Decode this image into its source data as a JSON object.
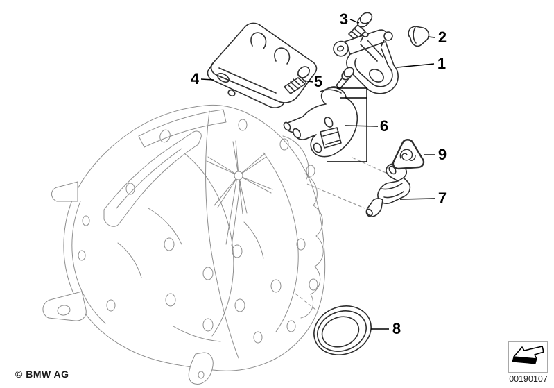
{
  "diagram": {
    "copyright": "© BMW AG",
    "image_number": "00190107",
    "callouts": [
      {
        "label": "1"
      },
      {
        "label": "2"
      },
      {
        "label": "3"
      },
      {
        "label": "4"
      },
      {
        "label": "5"
      },
      {
        "label": "6"
      },
      {
        "label": "7"
      },
      {
        "label": "8"
      },
      {
        "label": "9"
      }
    ],
    "icons": {
      "warning_triangle": "warning-triangle-icon",
      "direction_arrow": "direction-arrow-icon"
    }
  },
  "colors": {
    "outline-light": "#8e8e8e",
    "outline-dark": "#2f2f2f",
    "label-color": "#000000",
    "background": "#ffffff"
  }
}
